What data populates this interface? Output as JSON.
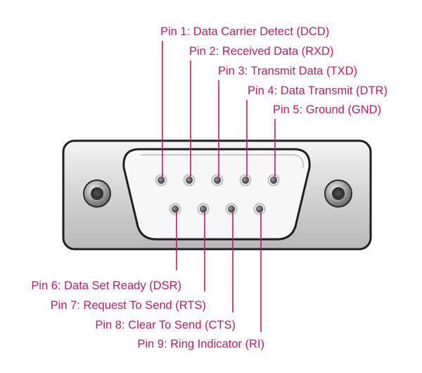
{
  "diagram": {
    "label_color": "#c0186a",
    "pins": [
      {
        "label": "Pin 1: Data Carrier Detect (DCD)"
      },
      {
        "label": "Pin 2: Received Data (RXD)"
      },
      {
        "label": "Pin 3: Transmit Data (TXD)"
      },
      {
        "label": "Pin 4: Data Transmit (DTR)"
      },
      {
        "label": "Pin 5: Ground (GND)"
      },
      {
        "label": "Pin 6: Data Set Ready (DSR)"
      },
      {
        "label": "Pin 7: Request To Send (RTS)"
      },
      {
        "label": "Pin 8: Clear To Send (CTS)"
      },
      {
        "label": "Pin 9: Ring Indicator (RI)"
      }
    ]
  }
}
